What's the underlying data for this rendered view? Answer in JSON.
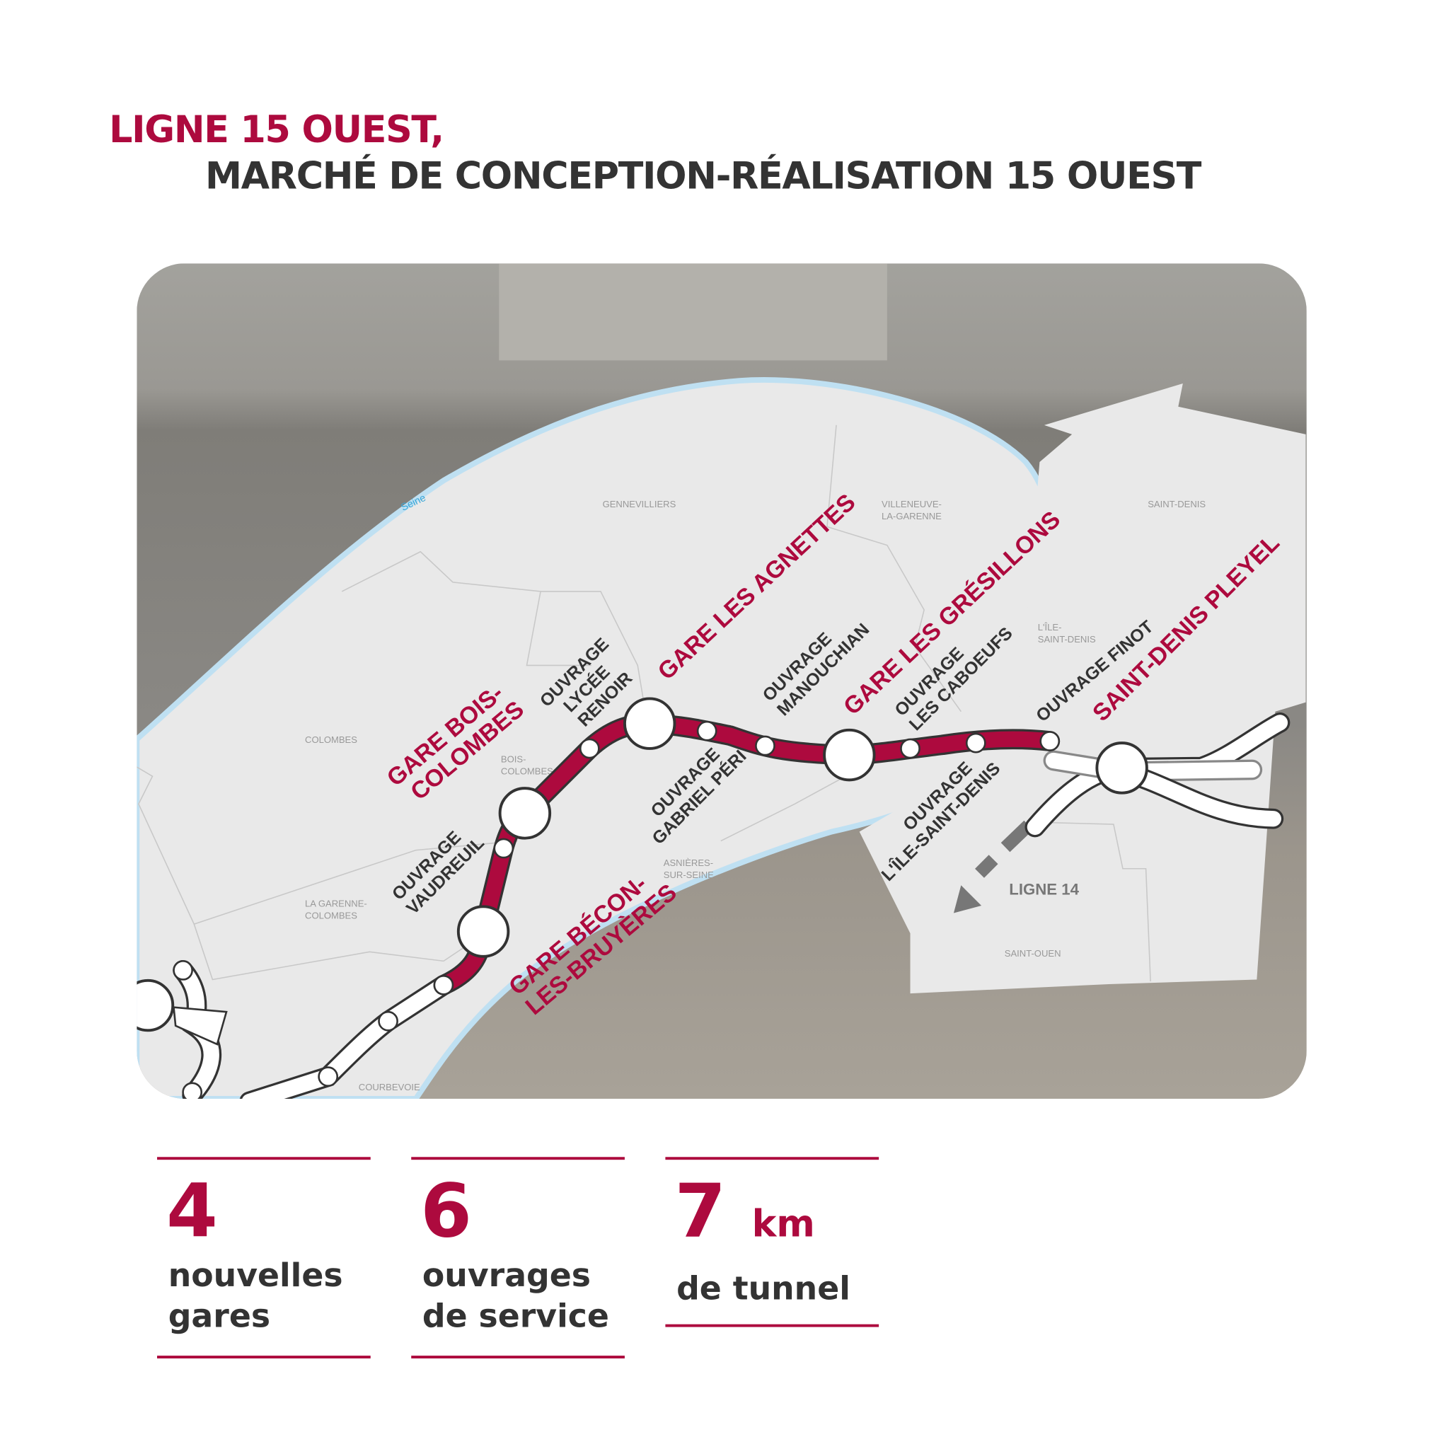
{
  "title": {
    "line1": "LIGNE 15 OUEST,",
    "line2": "MARCHÉ DE CONCEPTION-RÉALISATION 15 OUEST"
  },
  "colors": {
    "accent": "#ad0a3e",
    "text": "#333333",
    "land": "#e9e9e9",
    "river": "#bfe0f2"
  },
  "map": {
    "river_label": "Seine",
    "communes": [
      "GENNEVILLIERS",
      "VILLENEUVE-",
      "LA-GARENNE",
      "SAINT-DENIS",
      "COLOMBES",
      "BOIS-",
      "COLOMBES",
      "L'ÎLE-",
      "SAINT-DENIS",
      "LA GARENNE-",
      "COLOMBES",
      "ASNIÈRES-",
      "SUR-SEINE",
      "SAINT-OUEN",
      "COURBEVOIE"
    ],
    "stations": [
      {
        "l1": "GARE BÉCON-",
        "l2": "LES-BRUYÈRES"
      },
      {
        "l1": "GARE BOIS-",
        "l2": "COLOMBES"
      },
      {
        "l1": "GARE LES AGNETTES"
      },
      {
        "l1": "GARE LES GRÉSILLONS"
      },
      {
        "l1": "SAINT-DENIS PLEYEL"
      }
    ],
    "ouvrages": [
      {
        "l1": "OUVRAGE",
        "l2": "VAUDREUIL"
      },
      {
        "l1": "OUVRAGE",
        "l2": "LYCÉE",
        "l3": "RENOIR"
      },
      {
        "l1": "OUVRAGE",
        "l2": "GABRIEL PÉRI"
      },
      {
        "l1": "OUVRAGE",
        "l2": "MANOUCHIAN"
      },
      {
        "l1": "OUVRAGE",
        "l2": "LES CABOEUFS"
      },
      {
        "l1": "OUVRAGE",
        "l2": "L'ÎLE-SAINT-DENIS"
      },
      {
        "l1": "OUVRAGE FINOT"
      }
    ],
    "connection": "LIGNE 14"
  },
  "stats": [
    {
      "value": "4",
      "unit": "",
      "l1": "nouvelles",
      "l2": "gares"
    },
    {
      "value": "6",
      "unit": "",
      "l1": "ouvrages",
      "l2": "de service"
    },
    {
      "value": "7",
      "unit": "km",
      "l1": "de tunnel",
      "l2": ""
    }
  ]
}
